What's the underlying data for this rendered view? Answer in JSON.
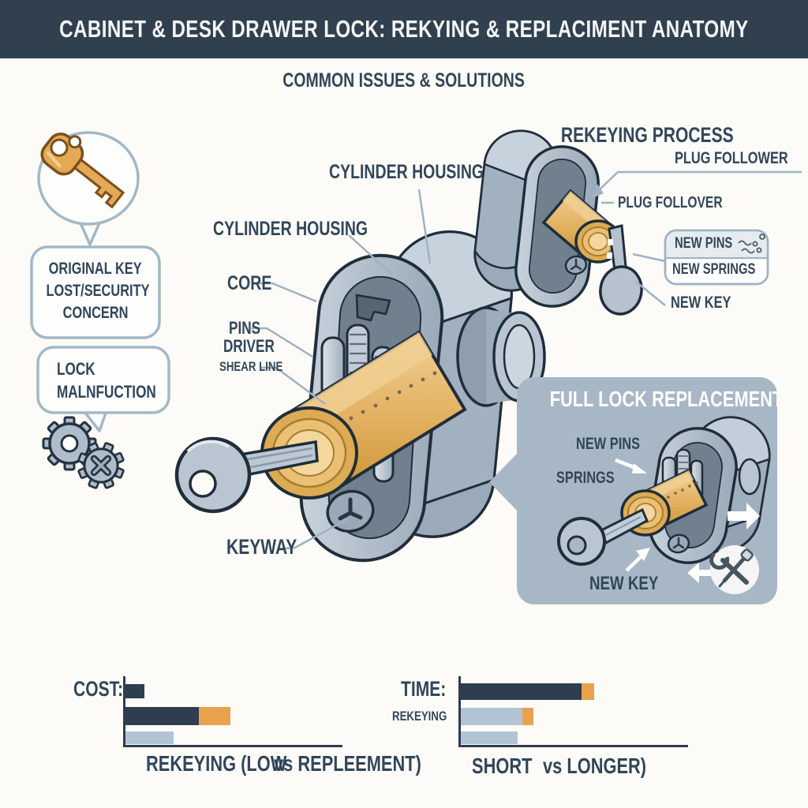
{
  "header": {
    "title": "CABINET & DESK DRAWER LOCK: REKYING & REPLACIMENT ANATOMY",
    "bg": "#31404e"
  },
  "subtitle": "COMMON ISSUES & SOLUTIONS",
  "issues": {
    "issue1_lines": [
      "ORIGINAL KEY",
      "LOST/SECURITY",
      "CONCERN"
    ],
    "issue2_lines": [
      "LOCK",
      "MALNFUCTION"
    ],
    "icons": {
      "bubble": "key-icon",
      "malfunction": "broken-gears-icon"
    }
  },
  "main_diagram": {
    "cylinder_housing_top": "CYLINDER HOUSING",
    "cylinder_housing_left": "CYLINDER HOUSING",
    "core": "CORE",
    "pins_line1": "PINS",
    "pins_line2": "DRIVER",
    "shear_line": "SHEAR LINE",
    "keyway": "KEYWAY"
  },
  "rekeying": {
    "title": "REKEYING PROCESS",
    "plug_follower_label": "PLUG FOLLOWER",
    "plug_follower_callout": "PLUG FOLLOVER",
    "new_pins": "NEW PINS",
    "new_springs": "NEW SPRINGS",
    "new_key": "NEW KEY",
    "icons": {
      "pins_cluster": "pins-springs-icon"
    }
  },
  "replacement": {
    "title": "FULL LOCK REPLACEMENT",
    "new_pins": "NEW PINS",
    "springs": "SPRINGS",
    "new_key": "NEW KEY",
    "icons": {
      "tools": "tools-icon",
      "arrow_right": "arrow-right-icon",
      "arrow_left": "arrow-left-icon"
    }
  },
  "colors": {
    "header_bg": "#31404e",
    "text": "#31465a",
    "callout_stroke": "#9db2c2",
    "panel_bg": "#a8b7c6",
    "brass": "#e0ac55",
    "metal": "#a9b6c3",
    "bar_navy": "#2e3d4f",
    "bar_orange": "#e9a24b",
    "bar_light": "#b2c4d4"
  },
  "chart_data": [
    {
      "type": "bar",
      "orientation": "horizontal",
      "group_label": "COST:",
      "caption": "REKEYING (LOW vs REPLEEMENT)",
      "caption_parts": [
        "REKEYING (LOW",
        "vs REPLEEMENT)"
      ],
      "axis": {
        "x": true,
        "y": true,
        "numeric_labels": false
      },
      "bars": [
        {
          "name": "rekeying-cost-low",
          "relative_value": 0.08,
          "segments": [
            {
              "color": "#2e3d4f",
              "w": 24,
              "h": 18
            }
          ]
        },
        {
          "name": "replacement-cost-high",
          "relative_value": 0.48,
          "segments": [
            {
              "color": "#2e3d4f",
              "w": 93,
              "h": 23
            },
            {
              "color": "#e9a24b",
              "w": 40,
              "h": 23
            }
          ]
        },
        {
          "name": "comparison-baseline",
          "relative_value": 0.22,
          "segments": [
            {
              "color": "#b2c4d4",
              "w": 61,
              "h": 16
            }
          ]
        }
      ]
    },
    {
      "type": "bar",
      "orientation": "horizontal",
      "group_label": "TIME:",
      "row_label": "REKEYING",
      "caption": "SHORT vs LONGER)",
      "caption_parts": [
        "SHORT",
        "vs LONGER)"
      ],
      "axis": {
        "x": true,
        "y": true,
        "numeric_labels": false
      },
      "bars": [
        {
          "name": "replacement-time-long",
          "relative_value": 0.58,
          "segments": [
            {
              "color": "#2e3d4f",
              "w": 153,
              "h": 21
            },
            {
              "color": "#e9a24b",
              "w": 16,
              "h": 21
            }
          ]
        },
        {
          "name": "rekeying-time-short",
          "relative_value": 0.32,
          "segments": [
            {
              "color": "#b2c4d4",
              "w": 78,
              "h": 22
            },
            {
              "color": "#e9a24b",
              "w": 14,
              "h": 22
            }
          ]
        },
        {
          "name": "comparison-baseline",
          "relative_value": 0.25,
          "segments": [
            {
              "color": "#b2c4d4",
              "w": 72,
              "h": 16
            }
          ]
        }
      ]
    }
  ]
}
